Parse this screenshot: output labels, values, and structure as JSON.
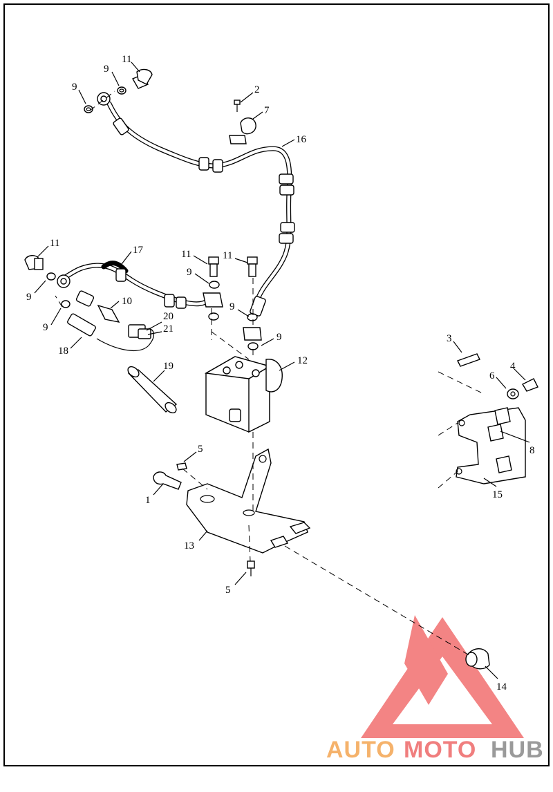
{
  "diagram": {
    "callouts": [
      {
        "id": "c11a",
        "label": "11"
      },
      {
        "id": "c9a",
        "label": "9"
      },
      {
        "id": "c9b",
        "label": "9"
      },
      {
        "id": "c2",
        "label": "2"
      },
      {
        "id": "c7",
        "label": "7"
      },
      {
        "id": "c16",
        "label": "16"
      },
      {
        "id": "c11b",
        "label": "11"
      },
      {
        "id": "c17",
        "label": "17"
      },
      {
        "id": "c11c",
        "label": "11"
      },
      {
        "id": "c11d",
        "label": "11"
      },
      {
        "id": "c9c",
        "label": "9"
      },
      {
        "id": "c9d",
        "label": "9"
      },
      {
        "id": "c10",
        "label": "10"
      },
      {
        "id": "c9e",
        "label": "9"
      },
      {
        "id": "c9f",
        "label": "9"
      },
      {
        "id": "c20",
        "label": "20"
      },
      {
        "id": "c21",
        "label": "21"
      },
      {
        "id": "c18",
        "label": "18"
      },
      {
        "id": "c9g",
        "label": "9"
      },
      {
        "id": "c12",
        "label": "12"
      },
      {
        "id": "c3",
        "label": "3"
      },
      {
        "id": "c4",
        "label": "4"
      },
      {
        "id": "c6",
        "label": "6"
      },
      {
        "id": "c19",
        "label": "19"
      },
      {
        "id": "c8",
        "label": "8"
      },
      {
        "id": "c5a",
        "label": "5"
      },
      {
        "id": "c1",
        "label": "1"
      },
      {
        "id": "c15",
        "label": "15"
      },
      {
        "id": "c13",
        "label": "13"
      },
      {
        "id": "c5b",
        "label": "5"
      },
      {
        "id": "c14",
        "label": "14"
      }
    ]
  },
  "watermark": {
    "part1": "AUTO",
    "part2": "MOTO",
    "part3": "HUB",
    "color_auto": "#f5b26b",
    "color_moto": "#f07e7e",
    "color_hub": "#9a9a9a",
    "logo_color": "#f26f6f"
  }
}
